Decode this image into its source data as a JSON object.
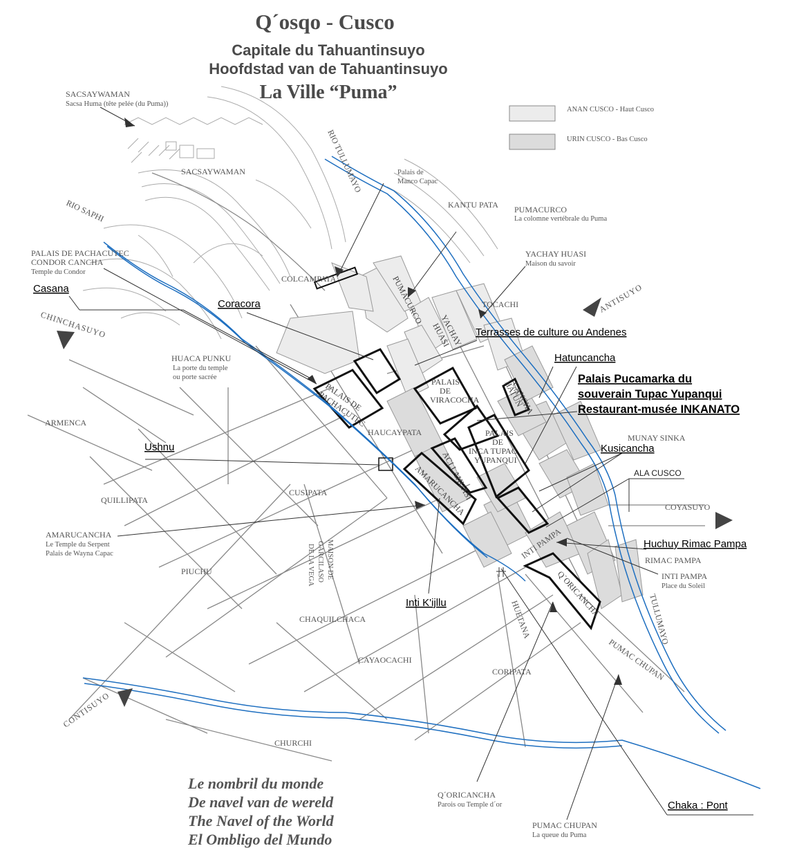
{
  "title": {
    "main": "Q´osqo - Cusco",
    "line2": "Capitale du Tahuantinsuyo",
    "line3": "Hoofdstad van de Tahuantinsuyo",
    "line4": "La Ville “Puma”"
  },
  "legend": {
    "anan": "ANAN CUSCO  -  Haut Cusco",
    "urin": "URIN CUSCO  -  Bas Cusco"
  },
  "labels": {
    "sacsay_top": "SACSAYWAMAN",
    "sacsay_top_sub": "Sacsa Huma (tête pelée (du Puma))",
    "sacsay": "SACSAYWAMAN",
    "rio_saphi": "RIO SAPHI",
    "rio_tullumayo": "RIO TULLUMAYO",
    "manco1": "Palais de",
    "manco2": "Manco Capac",
    "kantu": "KANTU PATA",
    "pumacurco": "PUMACURCO",
    "pumacurco_sub": "La colomne vertébrale du Puma",
    "yachay": "YACHAY HUASI",
    "yachay_sub": "Maison du savoir",
    "pachacutec1": "PALAIS DE PACHACUTEC",
    "pachacutec2": "CONDOR CANCHA",
    "pachacutec_sub": "Temple du Condor",
    "colcampata": "COLCAMPATA",
    "tocachi": "TOCACHI",
    "antisuyo": "ANTISUYO",
    "chinchasuyo": "CHINCHASUYO",
    "huaca1": "HUACA PUNKU",
    "huaca2": "La porte du temple",
    "huaca3": "ou porte sacrée",
    "armenca": "ARMENCA",
    "haucaypata": "HAUCAYPATA",
    "munay": "MUNAY SINKA",
    "quillipata": "QUILLIPATA",
    "cusipata": "CUSIPATA",
    "amaru1": "AMARUCANCHA",
    "amaru2": "Le Temple du Serpent",
    "amaru3": "Palais de Wayna Capac",
    "piuchu": "PIUCHU",
    "coyasuyo": "COYASUYO",
    "rimac": "RIMAC PAMPA",
    "inti1": "INTI PAMPA",
    "inti2": "Place du Soleil",
    "tullumayo": "TULLUMAYO",
    "chaquil": "CHAQUILCHACA",
    "cayaocachi": "CAYAOCACHI",
    "coripata": "CORIPATA",
    "contisuyo": "CONTISUYO",
    "churchi": "CHURCHI",
    "pumac_chupan": "PUMAC CHUPAN",
    "huetana": "HUETANA",
    "inti_pampa_st": "INTI PAMPA",
    "oric1": "Q´ORICANCHA",
    "oric2": "Parois ou Temple d´or",
    "pumac1": "PUMAC CHUPAN",
    "pumac2": "La queue du Puma",
    "maison1": "MAISON DE",
    "maison2": "GARCILASO",
    "maison3": "DE LA VEGA"
  },
  "blocks": {
    "pachacutec1": "PALAIS DE",
    "pachacutec2": "PACHACUTEC",
    "pumacurco": "PUMACURCO",
    "yachay1": "YACHAY",
    "yachay2": "HUASI",
    "vira1": "PALAIS",
    "vira2": "DE",
    "vira3": "VIRACOCHA",
    "hatun1": "HATUN",
    "hatun2": "CANCHA",
    "inca1": "PALAIS",
    "inca2": "DE",
    "inca3": "INCA TUPAC",
    "inca4": "YUPANQUI",
    "aclla": "ACLLAHUASI",
    "amaru": "AMARUCANCHA",
    "oric": "Q´ORICANCHA"
  },
  "annotations": {
    "casana": "Casana",
    "coracora": "Coracora",
    "terrasses": "Terrasses de culture ou Andenes",
    "hatuncancha": "Hatuncancha",
    "puca1": "Palais Pucamarka du",
    "puca2": "souverain Tupac Yupanqui",
    "puca3": "Restaurant-musée INKANATO",
    "ushnu": "Ushnu",
    "kusicancha": "Kusicancha",
    "alacusco": "ALA CUSCO",
    "huchuy": "Huchuy Rimac Pampa",
    "intikijllu": "Inti K'ijllu",
    "chaka": "Chaka : Pont"
  },
  "slogan": {
    "l1": "Le nombril du monde",
    "l2": "De navel van de wereld",
    "l3": "The Navel of the World",
    "l4": "El Ombligo del Mundo"
  },
  "colors": {
    "river": "#1e6fc0",
    "anan": "#ececec",
    "urin": "#dcdcdc"
  }
}
